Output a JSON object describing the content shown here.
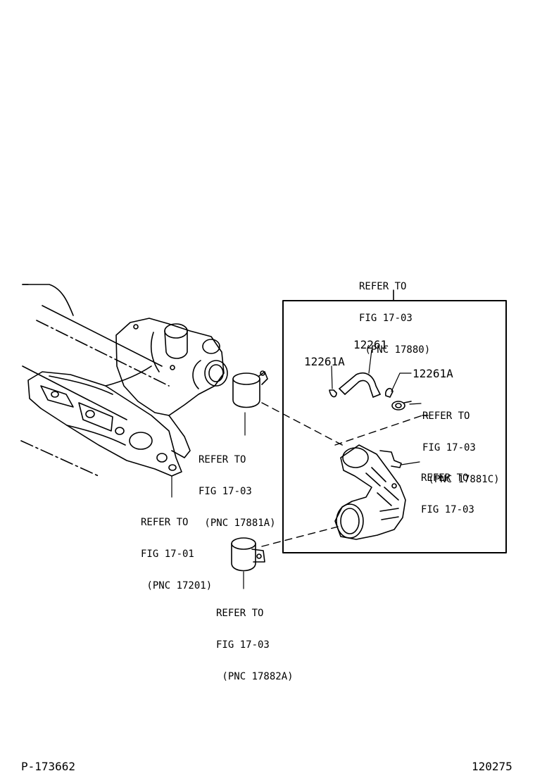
{
  "callouts": {
    "top_box_ref": [
      "REFER TO",
      "FIG 17-03",
      " (PNC 17880)"
    ],
    "hose_part": "12261",
    "clip_left": "12261A",
    "clip_right": "12261A",
    "ref_17881c": [
      "REFER TO",
      "FIG 17-03",
      " (PNC 17881C)"
    ],
    "ref_bracket": [
      "REFER TO",
      "FIG 17-03"
    ],
    "ref_17881a": [
      "REFER TO",
      "FIG 17-03",
      " (PNC 17881A)"
    ],
    "ref_17201": [
      "REFER TO",
      "FIG 17-01",
      " (PNC 17201)"
    ],
    "ref_17882a": [
      "REFER TO",
      "FIG 17-03",
      " (PNC 17882A)"
    ]
  },
  "footer": {
    "left_code": "P-173662",
    "right_code": "120275"
  }
}
